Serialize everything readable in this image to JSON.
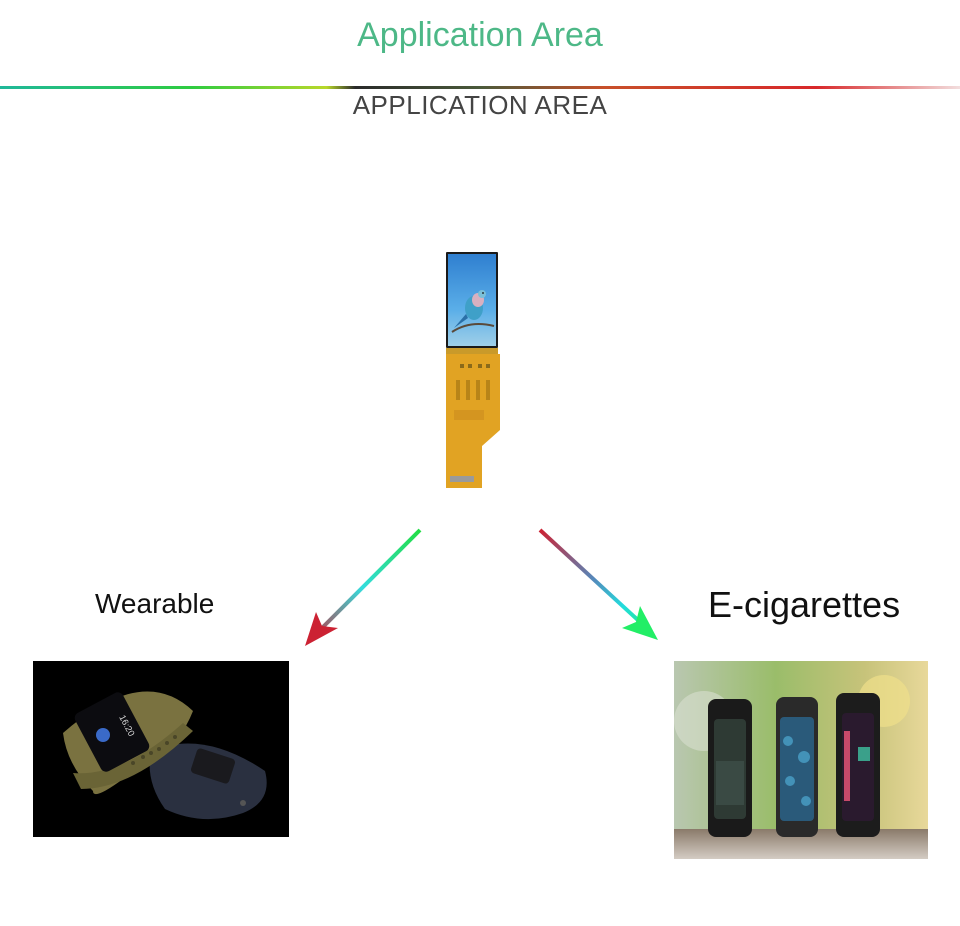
{
  "header": {
    "title": "Application Area",
    "subtitle": "APPLICATION AREA"
  },
  "applications": [
    {
      "label": "Wearable"
    },
    {
      "label": "E-cigarettes"
    }
  ],
  "colors": {
    "title": "#4db887",
    "subtitle": "#444444",
    "arrow_left_start": "#22dd44",
    "arrow_left_end": "#cc2233",
    "arrow_right_start": "#cc2233",
    "arrow_right_end": "#22ee66"
  }
}
